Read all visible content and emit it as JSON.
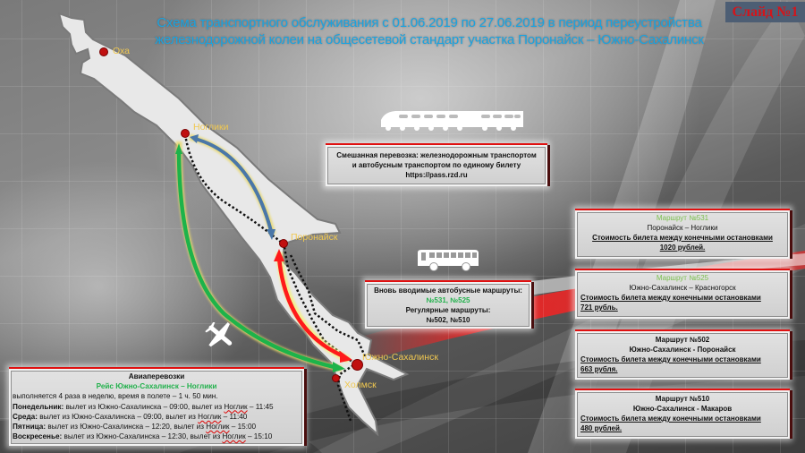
{
  "title": {
    "line1": "Схема транспортного обслуживания с 01.06.2019 по 27.06.2019 в период переустройства",
    "line2": "железнодорожной колеи на общесетевой стандарт участка Поронайск – Южно-Сахалинск"
  },
  "slide_label": "Слайд №1",
  "cities": {
    "okha": "Оха",
    "nogliki": "Ноглики",
    "poronaysk": "Поронайск",
    "yuzhno": "Южно-Сахалинск",
    "kholmsk": "Холмск"
  },
  "icons": {
    "train": "train-icon",
    "bus": "bus-icon",
    "plane": "plane-icon"
  },
  "mixed_box": {
    "line1": "Смешанная перевозка: железнодорожным транспортом",
    "line2": "и  автобусным транспортом по единому билету",
    "line3": "https://pass.rzd.ru"
  },
  "bus_routes_box": {
    "new_label": "Вновь вводимые автобусные маршруты:",
    "new_routes": "№531, №525",
    "regular_label": "Регулярные маршруты:",
    "regular_routes": "№502, №510"
  },
  "routes": [
    {
      "title": "Маршрут №531",
      "path": "Поронайск – Ноглики",
      "cost_label": "Стоимость билета между конечными остановками",
      "cost": "1020 рублей.",
      "title_color": "#7cc04f"
    },
    {
      "title": "Маршрут №525",
      "path": "Южно-Сахалинск – Красногорск",
      "cost_label": "Стоимость билета между конечными остановками",
      "cost": "721 рубль.",
      "title_color": "#7cc04f"
    },
    {
      "title": "Маршрут №502",
      "path": "Южно-Сахалинск - Поронайск",
      "cost_label": "Стоимость билета между конечными остановками",
      "cost": "663 рубля.",
      "title_color": "#111111"
    },
    {
      "title": "Маршрут №510",
      "path": "Южно-Сахалинск - Макаров",
      "cost_label": "Стоимость билета между конечными остановками",
      "cost": "480 рублей.",
      "title_color": "#111111"
    }
  ],
  "air_box": {
    "heading": "Авиаперевозки",
    "flight": "Рейс Южно-Сахалинск – Ноглики",
    "frequency": "выполняется 4 раза в неделю, время в полете – 1 ч. 50 мин.",
    "schedule": [
      {
        "day": "Понедельник:",
        "text1": " вылет из Южно-Сахалинска – 09:00, вылет из ",
        "place": "Ноглик",
        "time": " – 11:45"
      },
      {
        "day": "Среда:",
        "text1": " вылет из Южно-Сахалинска – 09:00, вылет из ",
        "place": "Ноглик",
        "time": " – 11:40"
      },
      {
        "day": "Пятница:",
        "text1": " вылет из Южно-Сахалинска – 12:20, вылет из ",
        "place": "Ноглик",
        "time": " – 15:00"
      },
      {
        "day": "Воскресенье:",
        "text1": " вылет из Южно-Сахалинска – 12:30, вылет из ",
        "place": "Ноглик",
        "time": " – 15:10"
      }
    ]
  },
  "colors": {
    "title": "#1aa3e0",
    "slide_label": "#d3151b",
    "slide_label_bg": "#4d5e74",
    "city_label": "#f0c850",
    "city_dot": "#c01010",
    "arrow_air": "#1db34a",
    "arrow_bus_531": "#4a77a8",
    "arrow_bus_502": "#ff1a1a",
    "box_border": "#e01010"
  }
}
